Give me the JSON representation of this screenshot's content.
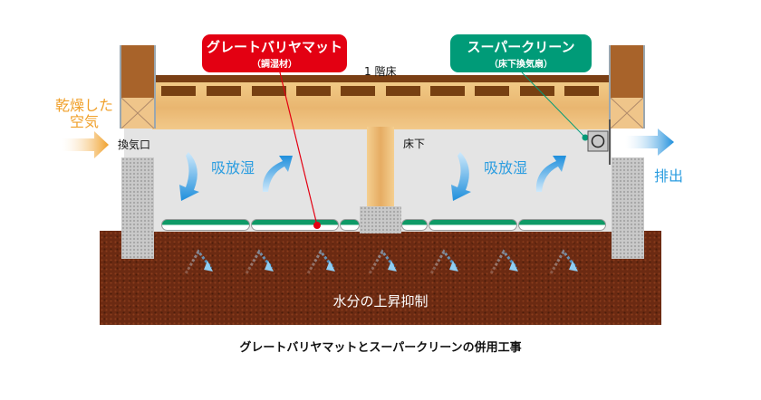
{
  "labels": {
    "mat_title": "グレートバリヤマット",
    "mat_sub": "（調湿材）",
    "fan_title": "スーパークリーン",
    "fan_sub": "（床下換気扇）",
    "first_floor": "1 階床",
    "dry_air": "乾燥した空気",
    "vent": "換気口",
    "underfloor": "床下",
    "absorb_left": "吸放湿",
    "absorb_right": "吸放湿",
    "exhaust": "排出",
    "moisture": "水分の上昇抑制",
    "caption": "グレートバリヤマットとスーパークリーンの併用工事"
  },
  "colors": {
    "mat_label": "#e30012",
    "fan_label": "#009b78",
    "arrow_blue": "#1f8fdc",
    "arrow_orange": "#f0a02a",
    "soil": "#6b2a12"
  }
}
